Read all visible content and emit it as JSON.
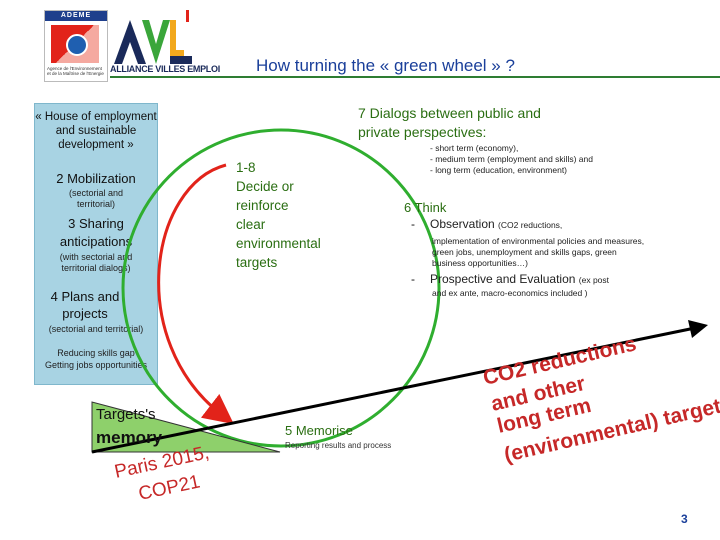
{
  "logos": {
    "ademe_label": "ADEME",
    "ademe_caption": "Agence de l'Environnement et de la Maîtrise de l'Energie",
    "ave_label": "ALLIANCE VILLES EMPLOI"
  },
  "title": "How turning the « green wheel » ?",
  "left_panel": {
    "house": "« House of employment and sustainable development »",
    "mobilization": "2 Mobilization",
    "mobilization_sub": "(sectorial and territorial)",
    "sharing": "3 Sharing anticipations",
    "sharing_sub": "(with sectorial and territorial dialogs)",
    "plans": "4 Plans and projects",
    "plans_sub1": "(sectorial and territorial)",
    "plans_sub2": "Reducing skills gap",
    "plans_sub3": "Getting jobs opportunities"
  },
  "decide": [
    "1-8",
    "Decide or",
    "reinforce",
    "clear",
    "environmental",
    "targets"
  ],
  "dialogs": {
    "title_line1": "7 Dialogs between public and",
    "title_line2": "private perspectives:",
    "term1": "- short term (economy),",
    "term2": "- medium term (employment and skills) and",
    "term3": "- long term (education, environment)"
  },
  "think": {
    "title": "6 Think",
    "dash1": "-",
    "observation": "Observation",
    "observation_small": "(CO2 reductions,",
    "observation_detail": "implementation of environmental policies and measures, green jobs, unemployment and skills gaps, green business opportunities…)",
    "dash2": "-",
    "prospective": "Prospective and Evaluation",
    "prospective_small": "(ex post",
    "prospective_detail": "and ex ante, macro-economics included )"
  },
  "memorise": {
    "title": "5 Memorise",
    "sub": "Reporting results and process"
  },
  "targets_memory": {
    "line1": "Targets's",
    "line2": "memory"
  },
  "paris": {
    "line1": "Paris 2015,",
    "line2": "COP21"
  },
  "targets_arrow": {
    "line1": "CO2 reductions",
    "line2": "and other",
    "line3": "long term",
    "line4": "(environmental) targets"
  },
  "page_number": "3",
  "colors": {
    "title_blue": "#1a3f9a",
    "circle_green": "#2fae2f",
    "arrow_red": "#e2231a",
    "targets_red": "#c62828",
    "panel_blue": "#a8d3e3",
    "memory_green": "#8ed06b"
  }
}
